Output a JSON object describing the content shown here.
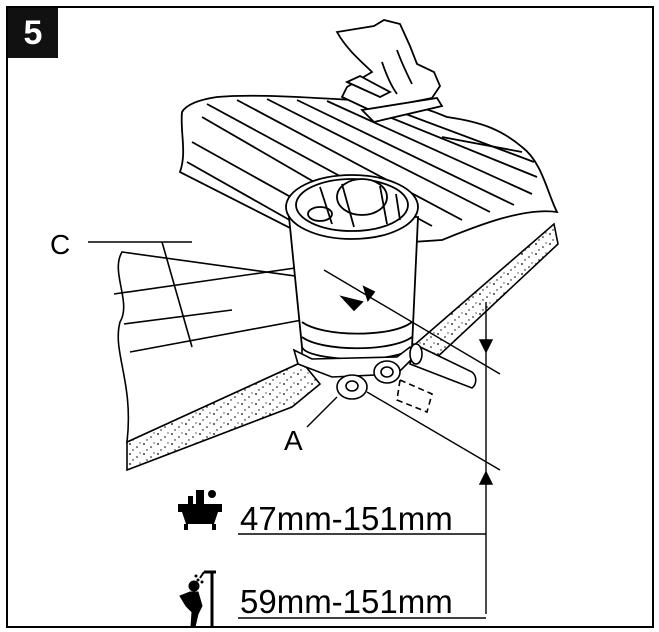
{
  "step": {
    "number": "5"
  },
  "labels": {
    "a": "A",
    "c": "C"
  },
  "dimensions": {
    "bath": {
      "icon": "bathtub-icon",
      "text": "47mm-151mm"
    },
    "shower": {
      "icon": "shower-icon",
      "text": "59mm-151mm"
    }
  },
  "colors": {
    "ink": "#000000",
    "background": "#ffffff",
    "badge": "#111111"
  }
}
